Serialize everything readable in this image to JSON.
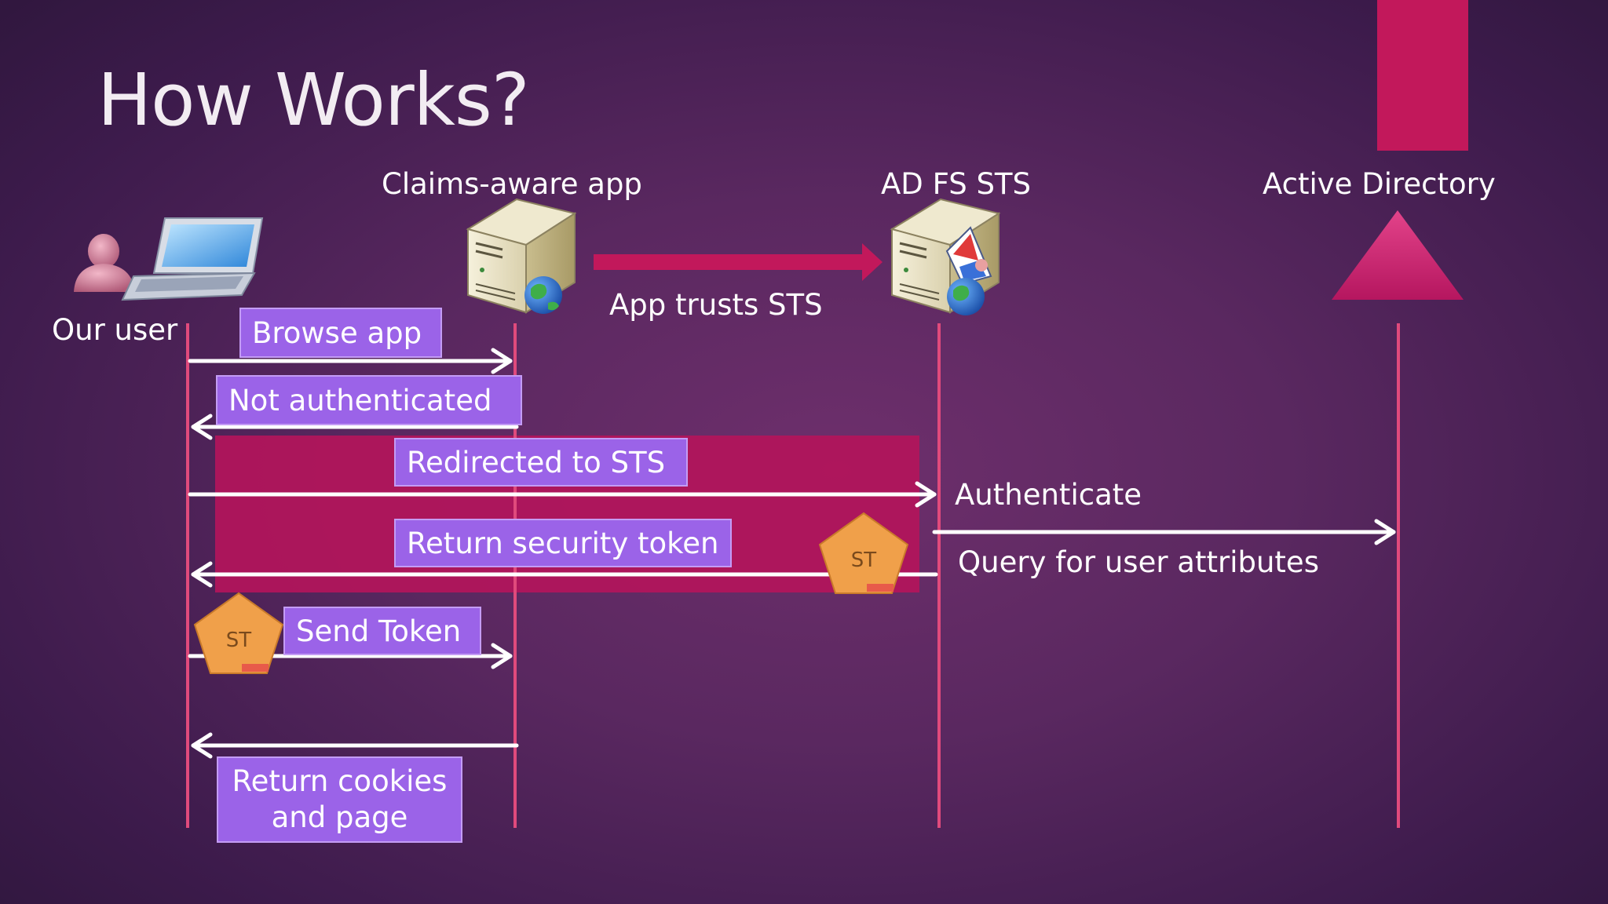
{
  "slide": {
    "title": "How Works?"
  },
  "actors": {
    "user": "Our user",
    "app": "Claims-aware app",
    "sts": "AD FS STS",
    "ad": "Active Directory"
  },
  "trust": {
    "label": "App trusts STS"
  },
  "messages": {
    "browse": "Browse app",
    "not_auth": "Not authenticated",
    "redirect": "Redirected to STS",
    "authenticate": "Authenticate",
    "return_token": "Return security token",
    "query": "Query for user attributes",
    "send_token": "Send Token",
    "return_cookies_line1": "Return cookies",
    "return_cookies_line2": "and page"
  },
  "token": {
    "label": "ST"
  },
  "colors": {
    "lifeline": "#e04a7c",
    "message_box": "#9b63e8",
    "highlight": "#b3155b",
    "accent": "#c2185b",
    "token": "#f0a04a"
  }
}
